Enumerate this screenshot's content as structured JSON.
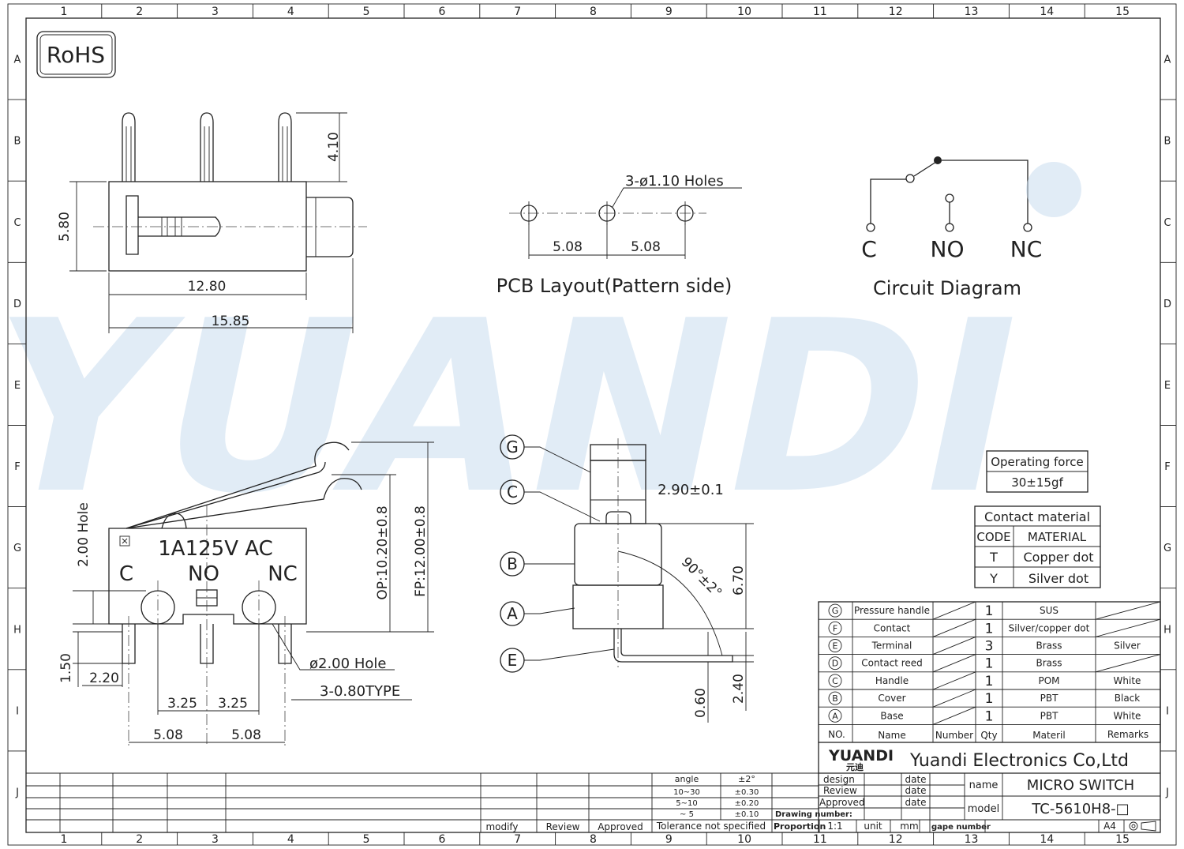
{
  "rohs": "RoHS",
  "border": {
    "cols": [
      "1",
      "2",
      "3",
      "4",
      "5",
      "6",
      "7",
      "8",
      "9",
      "10",
      "11",
      "12",
      "13",
      "14",
      "15"
    ],
    "rows": [
      "A",
      "B",
      "C",
      "D",
      "E",
      "F",
      "G",
      "H",
      "I",
      "J"
    ]
  },
  "watermark": "YUANDI",
  "side_view": {
    "dim_top": "4.10",
    "dim_height": "5.80",
    "dim_body": "12.80",
    "dim_total": "15.85"
  },
  "pcb": {
    "holes_label": "3-ø1.10  Holes",
    "pitch_left": "5.08",
    "pitch_right": "5.08",
    "title": "PCB  Layout(Pattern  side)"
  },
  "circuit": {
    "labels": [
      "C",
      "NO",
      "NC"
    ],
    "title": "Circuit  Diagram"
  },
  "front_view": {
    "hole_dim": "2.00  Hole",
    "rating": "1A125V  AC",
    "terms": [
      "C",
      "NO",
      "NC"
    ],
    "op": "OP:10.20±0.8",
    "fp": "FP:12.00±0.8",
    "dim_150": "1.50",
    "dim_220": "2.20",
    "dim_325a": "3.25",
    "dim_325b": "3.25",
    "hole2": "ø2.00  Hole",
    "type": "3-0.80TYPE",
    "dim_508a": "5.08",
    "dim_508b": "5.08"
  },
  "section_view": {
    "callouts": [
      "G",
      "C",
      "B",
      "A",
      "E"
    ],
    "dim_290": "2.90±0.1",
    "angle": "90°±2°",
    "dim_670": "6.70",
    "dim_060": "0.60",
    "dim_240": "2.40"
  },
  "operating_force": {
    "title": "Operating  force",
    "value": "30±15gf"
  },
  "contact_material": {
    "title": "Contact  material",
    "head": [
      "CODE",
      "MATERIAL"
    ],
    "rows": [
      [
        "T",
        "Copper  dot"
      ],
      [
        "Y",
        "Silver  dot"
      ]
    ]
  },
  "bom": {
    "rows": [
      {
        "no": "G",
        "name": "Pressure handle",
        "qty": "1",
        "mat": "SUS",
        "rem": ""
      },
      {
        "no": "F",
        "name": "Contact",
        "qty": "1",
        "mat": "Silver/copper dot",
        "rem": ""
      },
      {
        "no": "E",
        "name": "Terminal",
        "qty": "3",
        "mat": "Brass",
        "rem": "Silver"
      },
      {
        "no": "D",
        "name": "Contact reed",
        "qty": "1",
        "mat": "Brass",
        "rem": ""
      },
      {
        "no": "C",
        "name": "Handle",
        "qty": "1",
        "mat": "POM",
        "rem": "White"
      },
      {
        "no": "B",
        "name": "Cover",
        "qty": "1",
        "mat": "PBT",
        "rem": "Black"
      },
      {
        "no": "A",
        "name": "Base",
        "qty": "1",
        "mat": "PBT",
        "rem": "White"
      }
    ],
    "header": [
      "NO.",
      "Name",
      "Number",
      "Qty",
      "Materil",
      "Remarks"
    ]
  },
  "title_block": {
    "logo": "YUANDI",
    "logo_cn": "元迪",
    "company": "Yuandi Electronics Co,Ltd",
    "design": "design",
    "review": "Review",
    "approved": "Approved",
    "date": "date",
    "name_label": "name",
    "name_value": "MICRO  SWITCH",
    "model_label": "model",
    "model_value": "TC-5610H8-□",
    "drawing_number": "Drawing number:",
    "proportion": "Proportion",
    "proportion_value": "1:1",
    "unit": "unit",
    "unit_value": "mm",
    "gape_number": "gape number",
    "a4": "A4",
    "tol_head": [
      "angle",
      "±2°"
    ],
    "tol_rows": [
      [
        "10~30",
        "±0.30"
      ],
      [
        "5~10",
        "±0.20"
      ],
      [
        "~ 5",
        "±0.10"
      ]
    ],
    "tol_footer": "Tolerance  not  specified",
    "rev_labels": [
      "modify",
      "Review",
      "Approved"
    ]
  }
}
